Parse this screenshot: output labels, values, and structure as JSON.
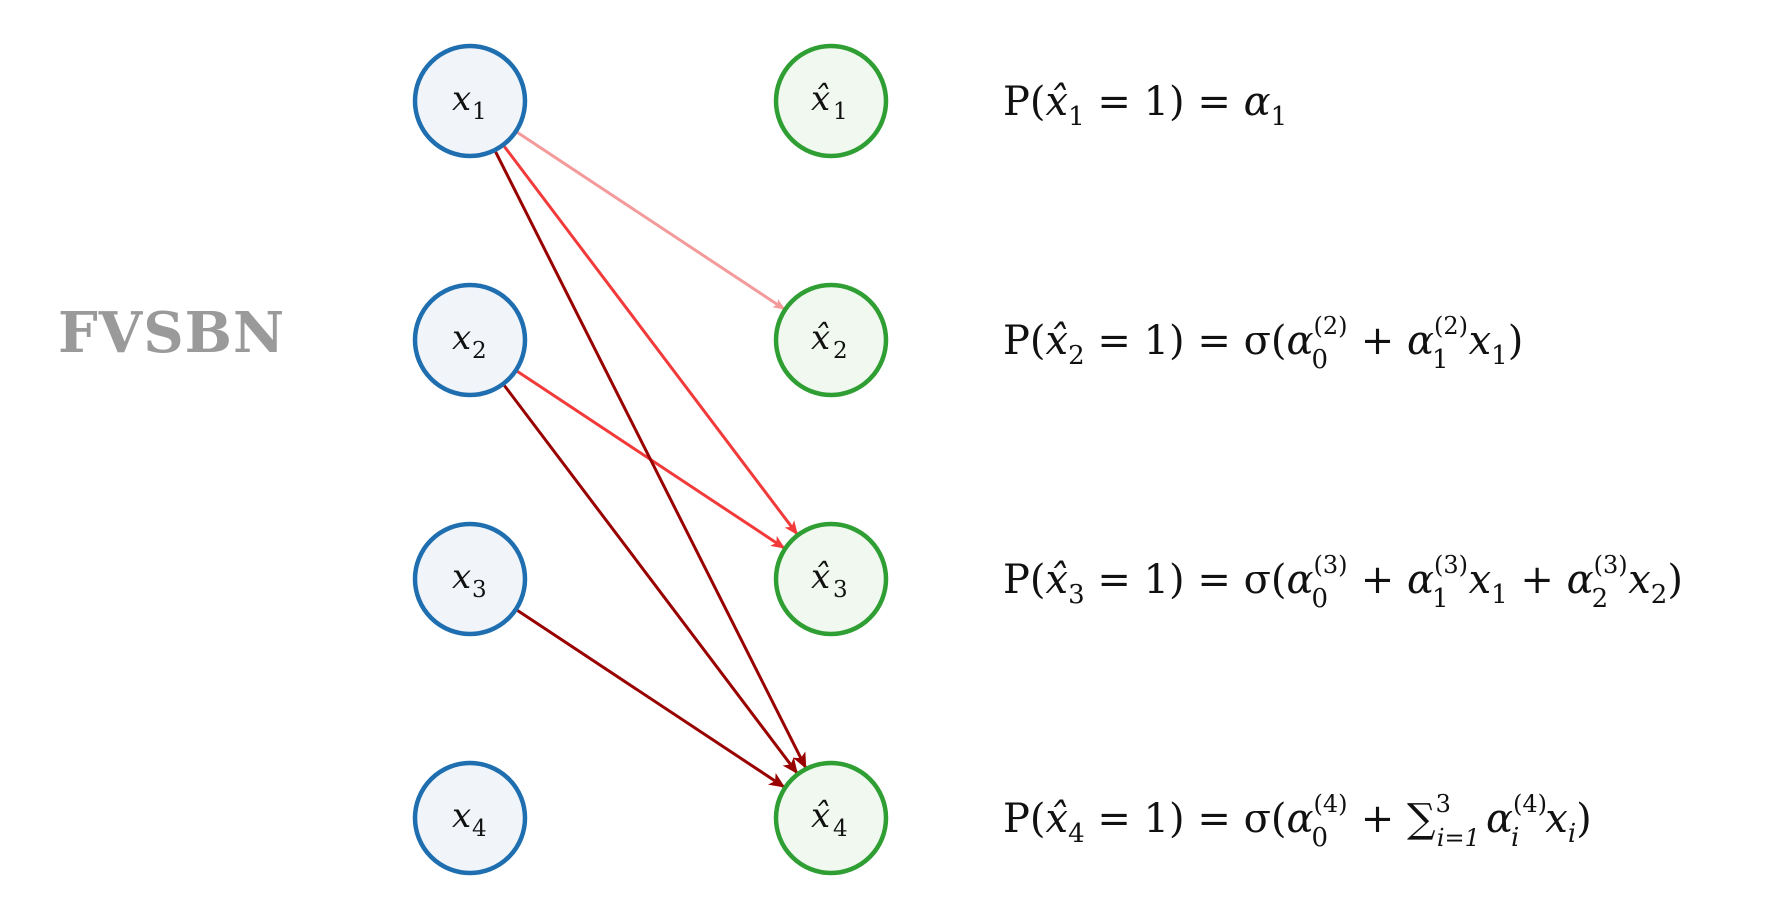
{
  "title": "FVSBN",
  "colors": {
    "input_stroke": "#1f6fb0",
    "input_fill": "#f1f5fa",
    "output_stroke": "#2f9e33",
    "output_fill": "#f0f8ef",
    "edge_to_x2": "#f49a9a",
    "edge_to_x3": "#f23a3a",
    "edge_to_x4": "#990000"
  },
  "inputs": [
    {
      "base": "x",
      "sub": "1"
    },
    {
      "base": "x",
      "sub": "2"
    },
    {
      "base": "x",
      "sub": "3"
    },
    {
      "base": "x",
      "sub": "4"
    }
  ],
  "outputs": [
    {
      "base": "x̂",
      "sub": "1"
    },
    {
      "base": "x̂",
      "sub": "2"
    },
    {
      "base": "x̂",
      "sub": "3"
    },
    {
      "base": "x̂",
      "sub": "4"
    }
  ],
  "edges": [
    {
      "from": 1,
      "to": 2,
      "color": "edge_to_x2"
    },
    {
      "from": 1,
      "to": 3,
      "color": "edge_to_x3"
    },
    {
      "from": 2,
      "to": 3,
      "color": "edge_to_x3"
    },
    {
      "from": 1,
      "to": 4,
      "color": "edge_to_x4"
    },
    {
      "from": 2,
      "to": 4,
      "color": "edge_to_x4"
    },
    {
      "from": 3,
      "to": 4,
      "color": "edge_to_x4"
    }
  ],
  "equations": {
    "lhs_prefix": "P(",
    "lhs_suffix": " = 1) = ",
    "hat_x": "x̂",
    "sigma": "σ(",
    "alpha": "α",
    "plus": " + ",
    "close": ")",
    "sum": "∑",
    "sum_lower": "i=1",
    "sum_upper": "3",
    "x": "x",
    "i": "i",
    "eq1": {
      "sub": "1",
      "rhs_sub": "1"
    },
    "eq2": {
      "sub": "2",
      "sup": "(2)",
      "a0": "0",
      "a1": "1",
      "x1": "1"
    },
    "eq3": {
      "sub": "3",
      "sup": "(3)",
      "a0": "0",
      "a1": "1",
      "x1": "1",
      "a2": "2",
      "x2": "2"
    },
    "eq4": {
      "sub": "4",
      "sup": "(4)",
      "a0": "0"
    }
  }
}
